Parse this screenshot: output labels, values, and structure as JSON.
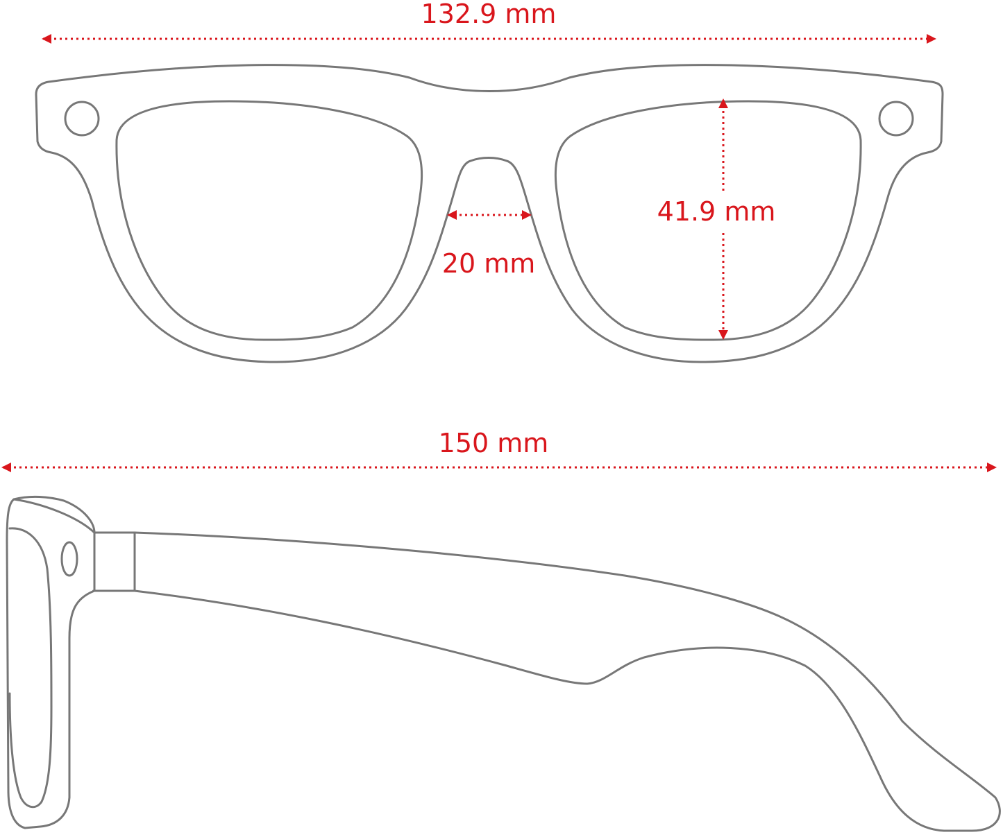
{
  "colors": {
    "dimension": "#d9161c",
    "outline": "#777777",
    "background": "#ffffff"
  },
  "front_view": {
    "total_width_label": "132.9 mm",
    "bridge_width_label": "20 mm",
    "lens_height_label": "41.9 mm"
  },
  "side_view": {
    "temple_length_label": "150 mm"
  }
}
